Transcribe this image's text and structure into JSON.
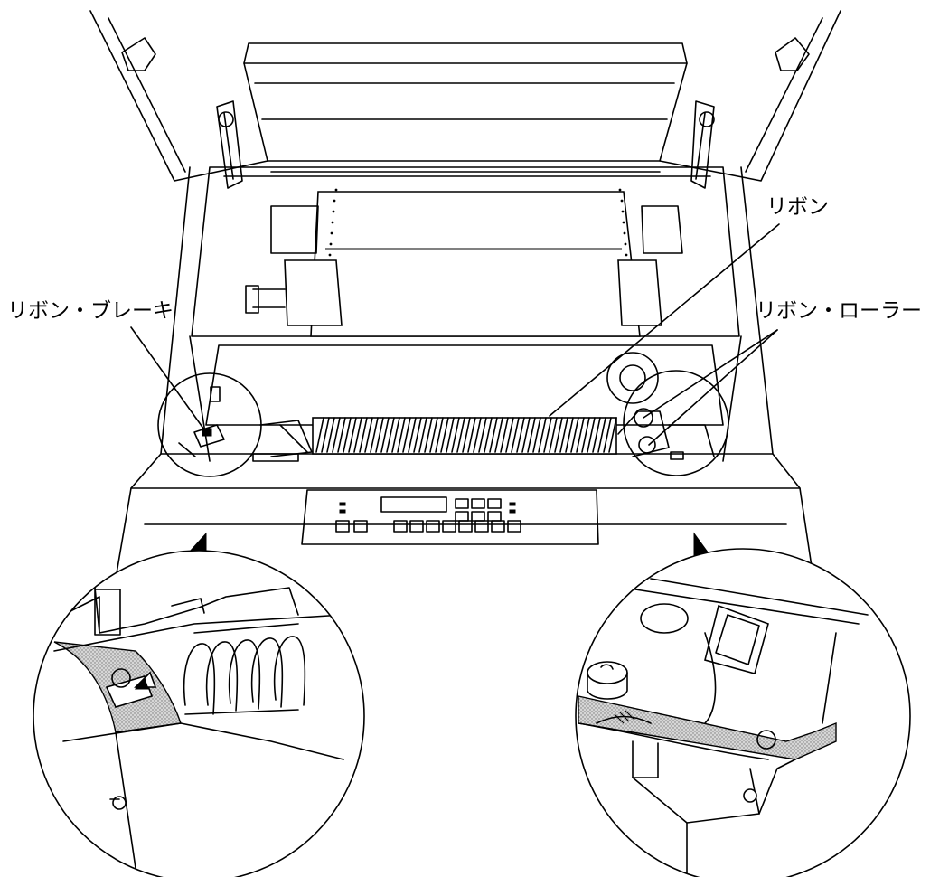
{
  "labels": {
    "ribbon": "リボン",
    "ribbon_brake": "リボン・ブレーキ",
    "ribbon_roller": "リボン・ローラー"
  },
  "colors": {
    "line": "#000000",
    "background": "#ffffff",
    "ribbon_fill": "#c8c8c8"
  }
}
